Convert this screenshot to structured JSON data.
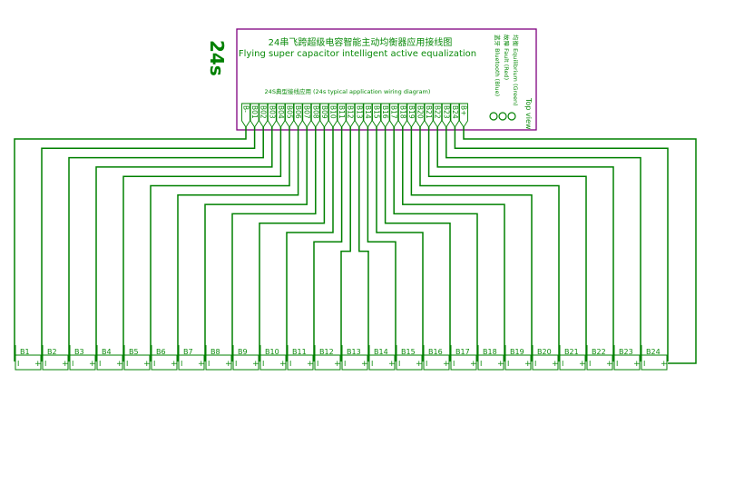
{
  "series_label": "24s",
  "title_cn": "24串飞跨超级电容智能主动均衡器应用接线图",
  "title_en": "Flying super capacitor intelligent active equalization",
  "subtitle": "24S典型接线应用  (24s typical application wiring diagram)",
  "legend": [
    "均衡 Equilibrium  (Green)",
    "故障 Fault  (Red)",
    "蓝牙 Bluetooth  (Blue)"
  ],
  "top_view": "Top view",
  "pins": [
    "B-",
    "B01",
    "B02",
    "B03",
    "B04",
    "B05",
    "B06",
    "B07",
    "B08",
    "B09",
    "B10",
    "B11",
    "B12",
    "B13",
    "B14",
    "B15",
    "B16",
    "B17",
    "B18",
    "B19",
    "B20",
    "B21",
    "B22",
    "B23",
    "B24",
    "B+"
  ],
  "cells": [
    "B1",
    "B2",
    "B3",
    "B4",
    "B5",
    "B6",
    "B7",
    "B8",
    "B9",
    "B10",
    "B11",
    "B12",
    "B13",
    "B14",
    "B15",
    "B16",
    "B17",
    "B18",
    "B19",
    "B20",
    "B21",
    "B22",
    "B23",
    "B24"
  ],
  "cell_minus": "I",
  "cell_plus": "+",
  "colors": {
    "wire": "#008000",
    "frame": "#800080",
    "text": "#0a8a0a"
  }
}
